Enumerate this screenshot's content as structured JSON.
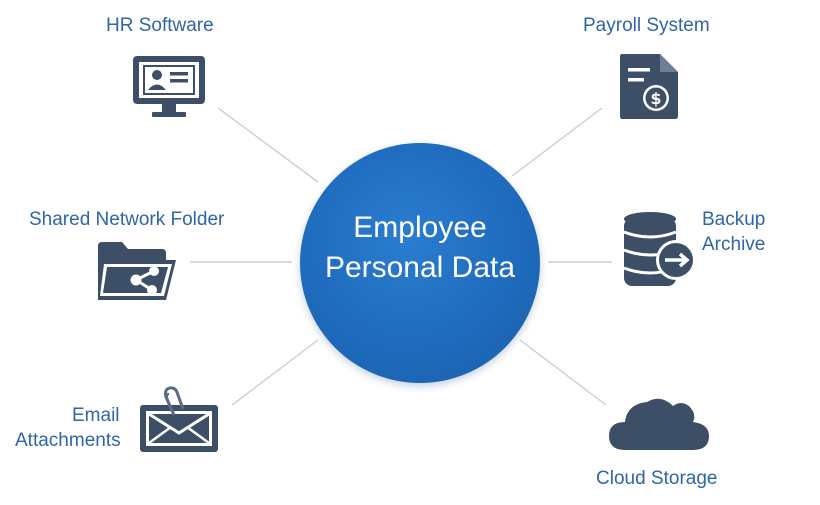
{
  "center": {
    "line1": "Employee",
    "line2": "Personal Data"
  },
  "sources": [
    {
      "label": "HR Software",
      "icon": "monitor-id-card-icon"
    },
    {
      "label": "Payroll System",
      "icon": "payroll-document-dollar-icon"
    },
    {
      "label": "Shared Network Folder",
      "icon": "shared-folder-icon"
    },
    {
      "label_line1": "Backup",
      "label_line2": "Archive",
      "icon": "database-backup-icon"
    },
    {
      "label_line1": "Email",
      "label_line2": "Attachments",
      "icon": "envelope-paperclip-icon"
    },
    {
      "label": "Cloud Storage",
      "icon": "cloud-icon"
    }
  ],
  "colors": {
    "center_fill": "#1f6bbd",
    "label_text": "#2e66a8",
    "icon_fill": "#3d4f66",
    "connector": "#c9cfd6"
  }
}
